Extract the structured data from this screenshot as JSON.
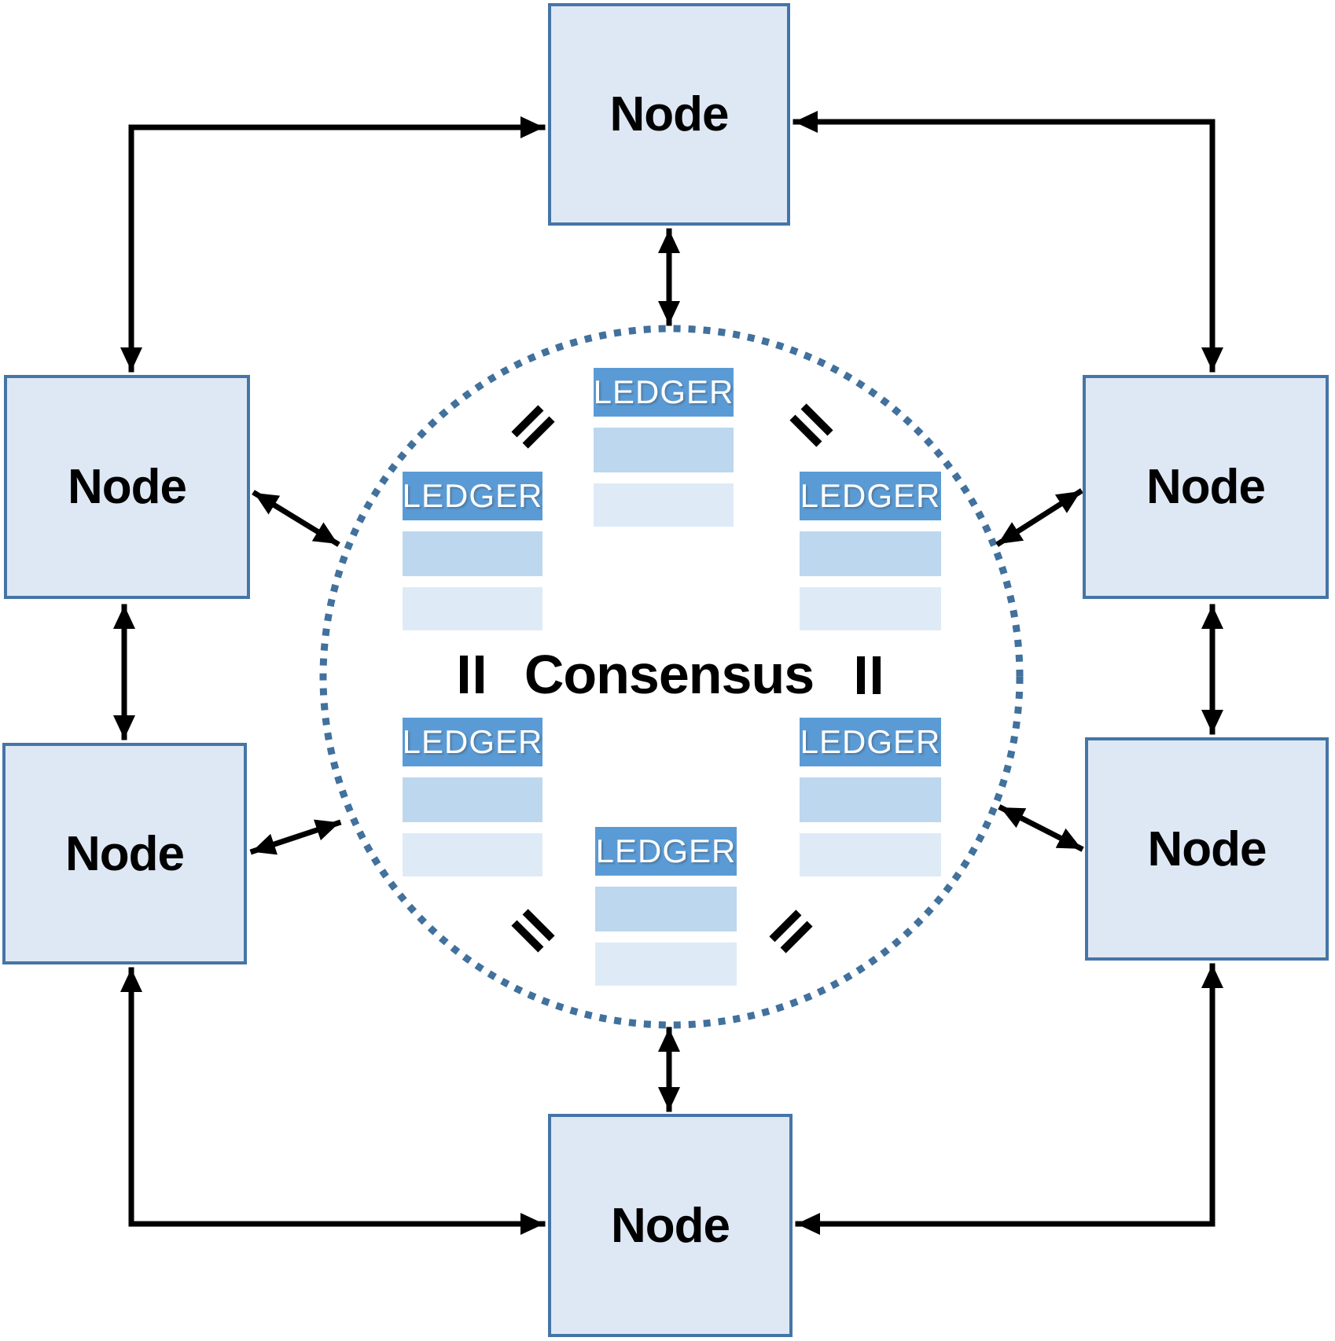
{
  "diagram": {
    "consensus_label": "Consensus",
    "node_count": 6,
    "ledger_count": 6,
    "equals_sign_count": 6
  },
  "nodes": [
    {
      "id": "top",
      "label": "Node"
    },
    {
      "id": "upper-left",
      "label": "Node"
    },
    {
      "id": "upper-right",
      "label": "Node"
    },
    {
      "id": "lower-left",
      "label": "Node"
    },
    {
      "id": "lower-right",
      "label": "Node"
    },
    {
      "id": "bottom",
      "label": "Node"
    }
  ],
  "ledgers": [
    {
      "id": "top-center",
      "header": "LEDGER",
      "empty_rows": 2
    },
    {
      "id": "upper-left",
      "header": "LEDGER",
      "empty_rows": 2
    },
    {
      "id": "upper-right",
      "header": "LEDGER",
      "empty_rows": 2
    },
    {
      "id": "lower-left",
      "header": "LEDGER",
      "empty_rows": 2
    },
    {
      "id": "lower-right",
      "header": "LEDGER",
      "empty_rows": 2
    },
    {
      "id": "bottom-center",
      "header": "LEDGER",
      "empty_rows": 2
    }
  ],
  "colors": {
    "node_fill": "#dee8f4",
    "node_border": "#4575a7",
    "ledger_header": "#5b9bd5",
    "ledger_row1": "#bdd7ee",
    "ledger_row2": "#deebf7",
    "circle_dot": "#41719c",
    "arrow": "#000000",
    "label_text": "#000000",
    "ledger_text": "#ffffff"
  }
}
